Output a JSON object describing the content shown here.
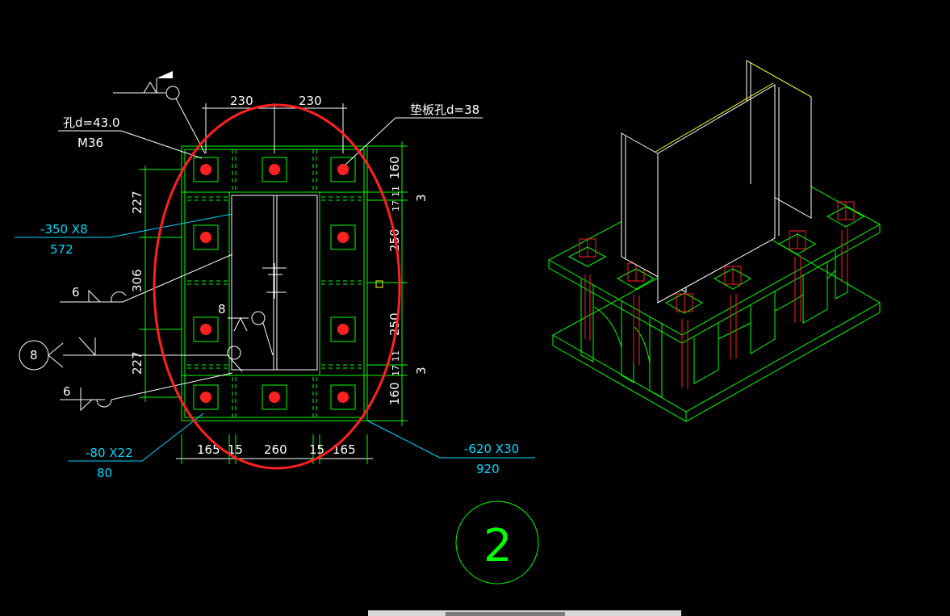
{
  "plan": {
    "top_dims": [
      "230",
      "230"
    ],
    "hole_label": "孔d=43.0",
    "bolt_label": "M36",
    "washer_label": "垫板孔d=38",
    "left_plate_label": "-350 X8",
    "left_plate_len": "572",
    "weld_size_a": "6",
    "weld_size_b": "8",
    "weld_size_c": "6",
    "left_dims": [
      "227",
      "306",
      "227"
    ],
    "right_dims": [
      "160",
      "3",
      "250",
      "250",
      "3",
      "160"
    ],
    "right_small": [
      "11",
      "17",
      "11",
      "17"
    ],
    "bottom_dims": [
      "165",
      "15",
      "260",
      "15",
      "165"
    ],
    "stiffener_label": "-80 X22",
    "stiffener_len": "80",
    "base_plate_label": "-620 X30",
    "base_plate_len": "920",
    "detail_tag": "8"
  },
  "section_number": "2",
  "colors": {
    "line": "#00ff00",
    "text": "#ffffff",
    "leader": "#00d8ff",
    "bolt": "#ff2020",
    "highlight": "#ff2020",
    "background": "#000000"
  }
}
